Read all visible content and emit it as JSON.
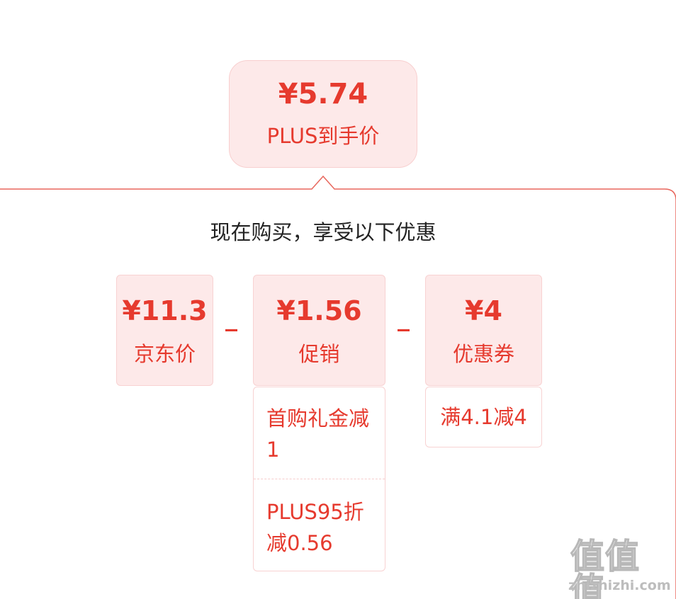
{
  "final": {
    "price": "¥5.74",
    "label": "PLUS到手价"
  },
  "headline": "现在购买，享受以下优惠",
  "breakdown": [
    {
      "price": "¥11.3",
      "label": "京东价"
    },
    {
      "price": "¥1.56",
      "label": "促销"
    },
    {
      "price": "¥4",
      "label": "优惠券"
    }
  ],
  "operators": [
    "_",
    "_"
  ],
  "promo_details": [
    "首购礼金减1",
    "PLUS95折减0.56"
  ],
  "coupon_details": [
    "满4.1减4"
  ],
  "watermark": {
    "mark": "值值值",
    "site": "zhizhizhi.com"
  },
  "colors": {
    "accent": "#e63a2e",
    "card_bg": "#fde9e9",
    "card_border": "#f8d2d2",
    "outline": "#e8675d"
  }
}
